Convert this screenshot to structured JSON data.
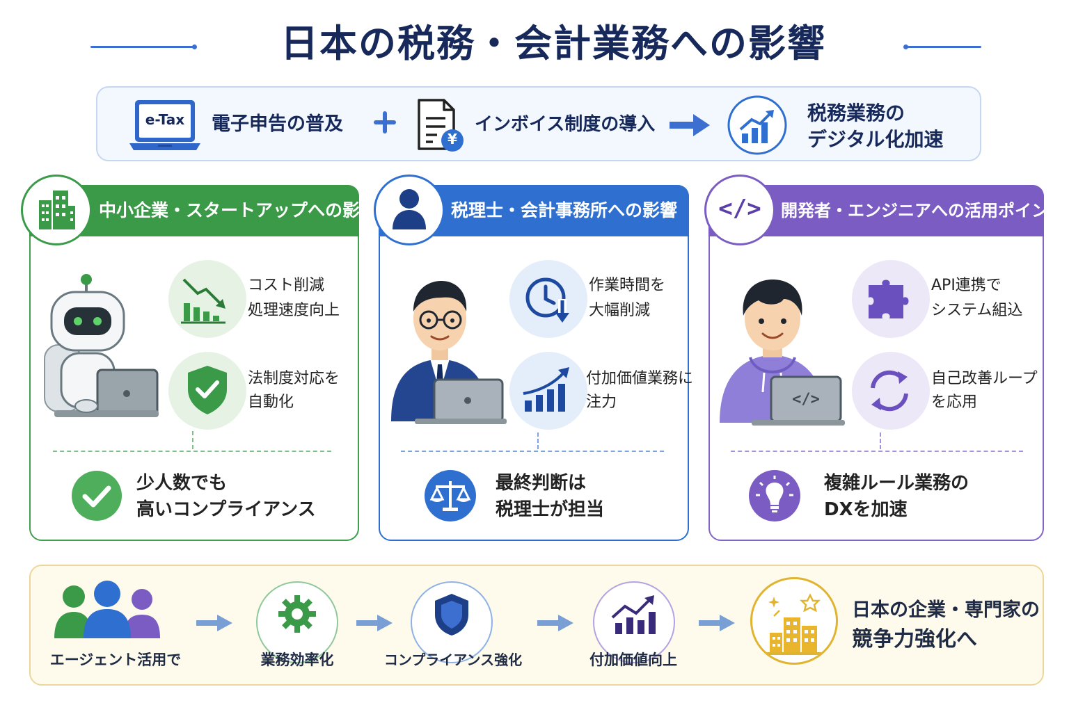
{
  "title": "日本の税務・会計業務への影響",
  "banner": {
    "laptop_label": "e-Tax",
    "item1": "電子申告の普及",
    "item2": "インボイス制度の導入",
    "result_line1": "税務業務の",
    "result_line2": "デジタル化加速",
    "yen_symbol": "¥"
  },
  "columns": {
    "smb": {
      "header": "中小企業・スタートアップへの影響",
      "feature1_line1": "コスト削減",
      "feature1_line2": "処理速度向上",
      "feature2_line1": "法制度対応を",
      "feature2_line2": "自動化",
      "conclusion_line1": "少人数でも",
      "conclusion_line2": "高いコンプライアンス"
    },
    "tax_accountant": {
      "header": "税理士・会計事務所への影響",
      "feature1_line1": "作業時間を",
      "feature1_line2": "大幅削減",
      "feature2_line1": "付加価値業務に",
      "feature2_line2": "注力",
      "conclusion_line1": "最終判断は",
      "conclusion_line2": "税理士が担当"
    },
    "developer": {
      "header": "開発者・エンジニアへの活用ポイント",
      "header_icon": "</>",
      "feature1_line1": "API連携で",
      "feature1_line2": "システム組込",
      "feature2_line1": "自己改善ループ",
      "feature2_line2": "を応用",
      "conclusion_line1": "複雑ルール業務の",
      "conclusion_line2": "DXを加速",
      "laptop_code": "</>"
    }
  },
  "flow": {
    "step1": "エージェント活用で",
    "step2": "業務効率化",
    "step3": "コンプライアンス強化",
    "step4": "付加価値向上",
    "final_line1": "日本の企業・専門家の",
    "final_line2": "競争力強化へ"
  },
  "colors": {
    "title": "#16295a",
    "accent_blue": "#2f6fd0",
    "green": "#3a9a48",
    "purple": "#7a5cc2",
    "gold": "#e0b431"
  },
  "icons": [
    "laptop-icon",
    "invoice-icon",
    "growth-chart-icon",
    "buildings-icon",
    "person-icon",
    "code-icon",
    "robot-icon",
    "declining-chart-icon",
    "shield-check-icon",
    "check-icon",
    "clock-down-icon",
    "rising-bars-icon",
    "scales-icon",
    "businessman-icon",
    "developer-icon",
    "puzzle-icon",
    "refresh-cycle-icon",
    "lightbulb-icon",
    "team-icon",
    "gear-icon",
    "shield-icon",
    "trend-chart-icon",
    "city-stars-icon"
  ]
}
